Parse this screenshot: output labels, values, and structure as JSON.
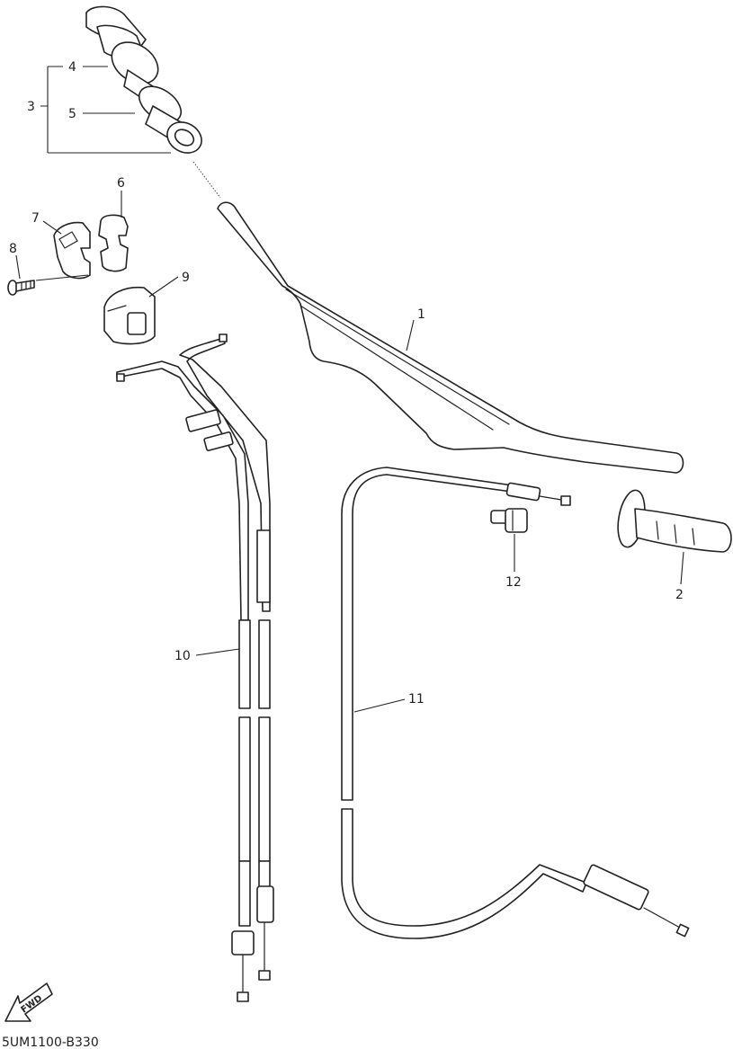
{
  "diagram": {
    "callouts": [
      {
        "id": "1",
        "text": "1"
      },
      {
        "id": "2",
        "text": "2"
      },
      {
        "id": "3",
        "text": "3"
      },
      {
        "id": "4",
        "text": "4"
      },
      {
        "id": "5",
        "text": "5"
      },
      {
        "id": "6",
        "text": "6"
      },
      {
        "id": "7",
        "text": "7"
      },
      {
        "id": "8",
        "text": "8"
      },
      {
        "id": "9",
        "text": "9"
      },
      {
        "id": "10",
        "text": "10"
      },
      {
        "id": "11",
        "text": "11"
      },
      {
        "id": "12",
        "text": "12"
      }
    ],
    "fwd_label": "FWD",
    "drawing_code": "5UM1100-B330"
  }
}
